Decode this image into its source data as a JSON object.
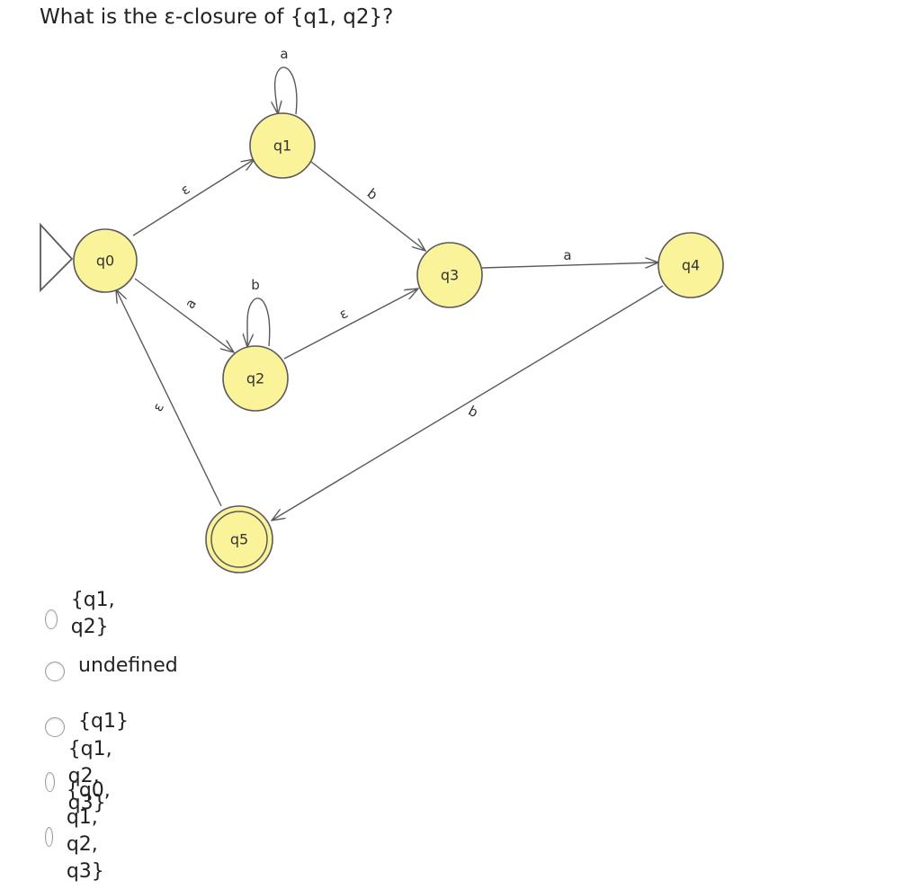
{
  "question": "What is the ε-closure of {q1, q2}?",
  "diagram": {
    "states": [
      "q0",
      "q1",
      "q2",
      "q3",
      "q4",
      "q5"
    ],
    "start_state": "q0",
    "accept_states": [
      "q5"
    ],
    "transitions": [
      {
        "from": "q0",
        "to": "q1",
        "label": "ε"
      },
      {
        "from": "q0",
        "to": "q2",
        "label": "a"
      },
      {
        "from": "q1",
        "to": "q1",
        "label": "a"
      },
      {
        "from": "q1",
        "to": "q3",
        "label": "b"
      },
      {
        "from": "q2",
        "to": "q2",
        "label": "b"
      },
      {
        "from": "q2",
        "to": "q3",
        "label": "ε"
      },
      {
        "from": "q3",
        "to": "q4",
        "label": "a"
      },
      {
        "from": "q4",
        "to": "q5",
        "label": "b"
      },
      {
        "from": "q5",
        "to": "q0",
        "label": "ε"
      }
    ],
    "colors": {
      "state_fill": "#fbf39a",
      "state_stroke": "#5a5a5a",
      "edge": "#5a5a5a"
    }
  },
  "options": [
    {
      "label": "{q1, q2}"
    },
    {
      "label": "undefined"
    },
    {
      "label": "{q1}"
    },
    {
      "label": "{q1, q2, q3}"
    },
    {
      "label": "{q0, q1, q2, q3}"
    }
  ]
}
